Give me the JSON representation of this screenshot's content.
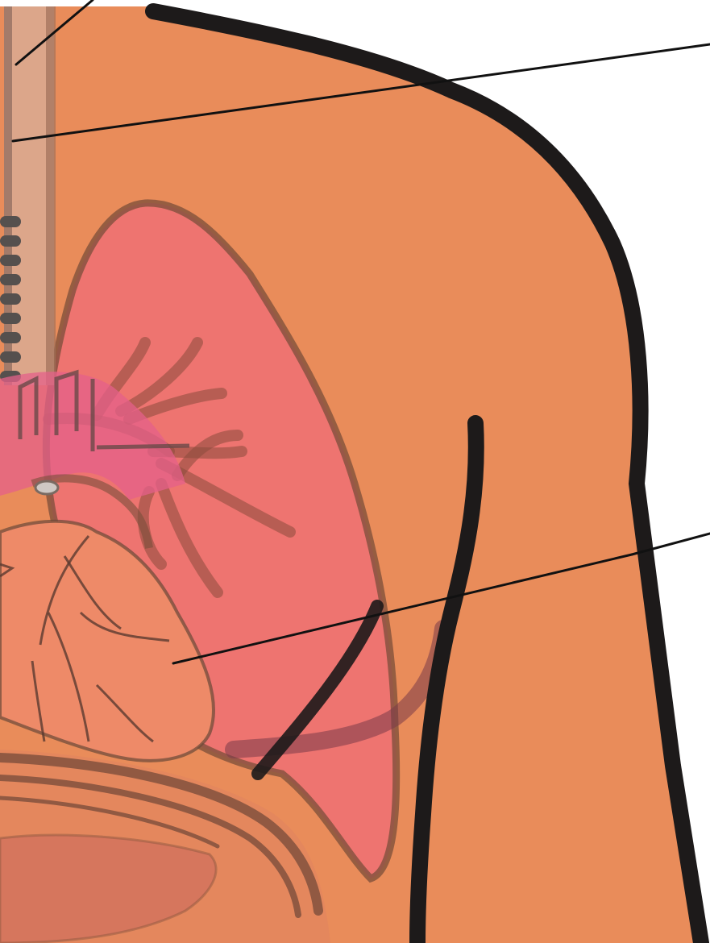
{
  "diagram": {
    "labels": [],
    "leader_lines": [
      "trachea",
      "esophagus",
      "diaphragm",
      "heart"
    ],
    "structures": [
      "torso",
      "shoulder-outline",
      "arm-outline",
      "trachea",
      "esophagus",
      "lung",
      "bronchial-tree",
      "aorta",
      "heart",
      "diaphragm",
      "rib",
      "liver"
    ]
  },
  "colors": {
    "skin": "#e98c5a",
    "outline": "#1d1a1a",
    "lung": "#ee7470",
    "lung_border": "#7a4e3a",
    "trachea": "#dca68a",
    "heart": "#ee8a68",
    "leader_line": "#111111"
  }
}
